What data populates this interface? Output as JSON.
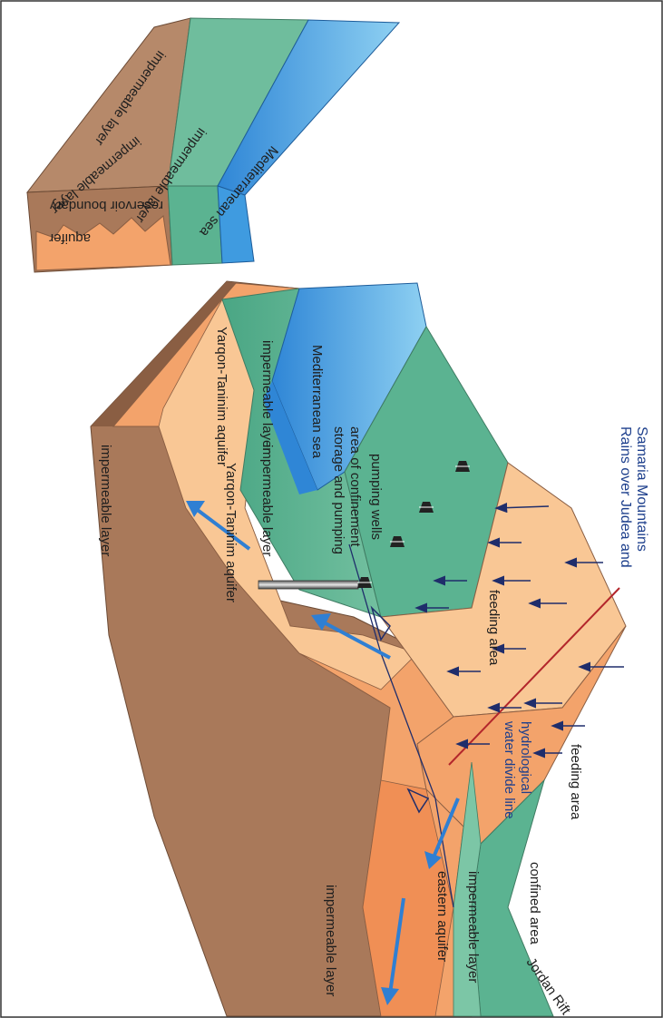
{
  "labels": {
    "rains": [
      "Rains over Judea and",
      "Samaria Mountains"
    ],
    "water_divide": [
      "hydrological",
      "water divide line"
    ],
    "feeding_area_west": "feeding area",
    "feeding_area_east": "feeding area",
    "pumping_wells": "pumping wells",
    "confinement": [
      "area of confinement",
      "storage and pumping"
    ],
    "med_sea_main": "Mediterranean sea",
    "impermeable_main_green": "impermeable layer",
    "yarqon_main_block": "Yarqon-Taninim aquifer",
    "yarqon_main_flow": "Yarqon-Taninim aquifer",
    "impermeable_main_brown": "impermeable layer",
    "impermeable_main_front": "impermeable layer",
    "confined_area": "confined area",
    "impermeable_east": "impermeable layer",
    "eastern_aquifer": "eastern aquifer",
    "jordan_rift": "Jordan Rift",
    "impermeable_bottom": "impermeable layer",
    "inset_aquifer": "aquifer",
    "inset_reservoir": "reservoir boundary",
    "inset_sea": "Mediterranean sea",
    "inset_imp_green": "impermeable layer",
    "inset_imp_brown1": "impermeable layer",
    "inset_imp_brown2": "impermeable layer"
  },
  "colors": {
    "brown": "#a9795a",
    "brown_dark": "#8a5e43",
    "orange": "#f3a36b",
    "orange_light": "#f9c795",
    "green": "#5bb391",
    "green_light": "#7cc6a6",
    "blue": "#3f9be0",
    "blue_light": "#8ed0f2",
    "arrow_navy": "#1f2d6b",
    "flow_blue": "#2f7fd3",
    "divide_red": "#b3262b"
  }
}
